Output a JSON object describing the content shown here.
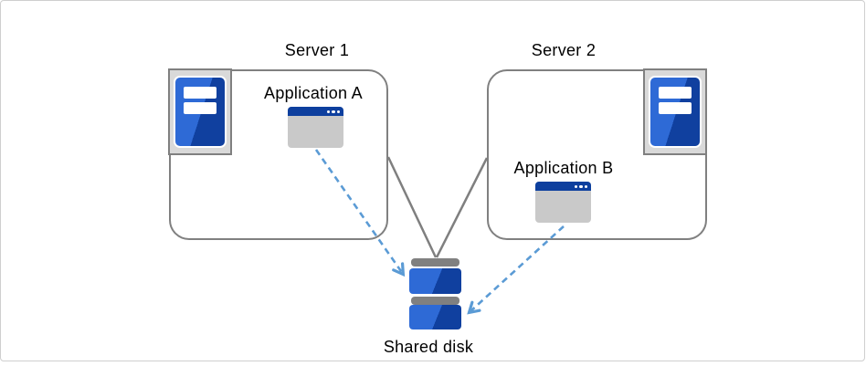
{
  "diagram": {
    "nodes": {
      "server1": {
        "label": "Server 1"
      },
      "server2": {
        "label": "Server 2"
      },
      "app_a": {
        "label": "Application A"
      },
      "app_b": {
        "label": "Application B"
      },
      "shared_disk": {
        "label": "Shared disk"
      }
    },
    "edges": [
      {
        "from": "server1",
        "to": "shared_disk",
        "style": "solid-gray-line"
      },
      {
        "from": "server2",
        "to": "shared_disk",
        "style": "solid-gray-line"
      },
      {
        "from": "app_a",
        "to": "shared_disk",
        "style": "dashed-blue-arrow"
      },
      {
        "from": "app_b",
        "to": "shared_disk",
        "style": "dashed-blue-arrow"
      }
    ],
    "icons": {
      "server1": "server-tower-icon",
      "server2": "server-tower-icon",
      "app_a": "application-window-icon",
      "app_b": "application-window-icon",
      "shared_disk": "stacked-disk-icon"
    },
    "colors": {
      "box_border": "#808080",
      "icon_frame_fill": "#d9d9d9",
      "blue_light": "#2e6ad6",
      "blue_dark": "#10409f",
      "window_titlebar": "#0d3f9e",
      "window_body": "#c9c9c9",
      "connector_gray": "#7f7f7f",
      "arrow_blue": "#5b9bd5",
      "disk_bar_gray": "#808080",
      "frame_border": "#cfcfcf",
      "text": "#000000",
      "background": "#ffffff"
    }
  }
}
